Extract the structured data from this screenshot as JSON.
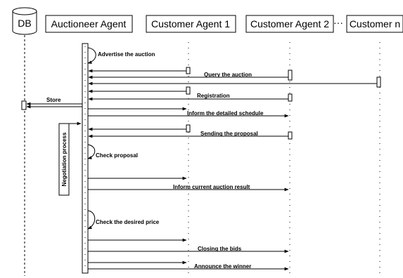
{
  "participants": {
    "db": "DB",
    "auctioneer": "Auctioneer Agent",
    "customer1": "Customer Agent 1",
    "customer2": "Customer Agent 2",
    "ellipsis": "···",
    "customer_n": "Customer n"
  },
  "messages": {
    "advertise": "Advertise the auction",
    "query": "Query the auction",
    "store": "Store",
    "registration": "Registration",
    "inform_schedule": "Inform the detailed schedule",
    "sending_proposal": "Sending the proposal",
    "check_proposal": "Check proposal",
    "inform_result": "Inform current auction result",
    "check_price": "Check the desired price",
    "closing_bids": "Closing the bids",
    "announce_winner": "Announce the winner"
  },
  "fragment": {
    "label": "Negotiation process"
  }
}
